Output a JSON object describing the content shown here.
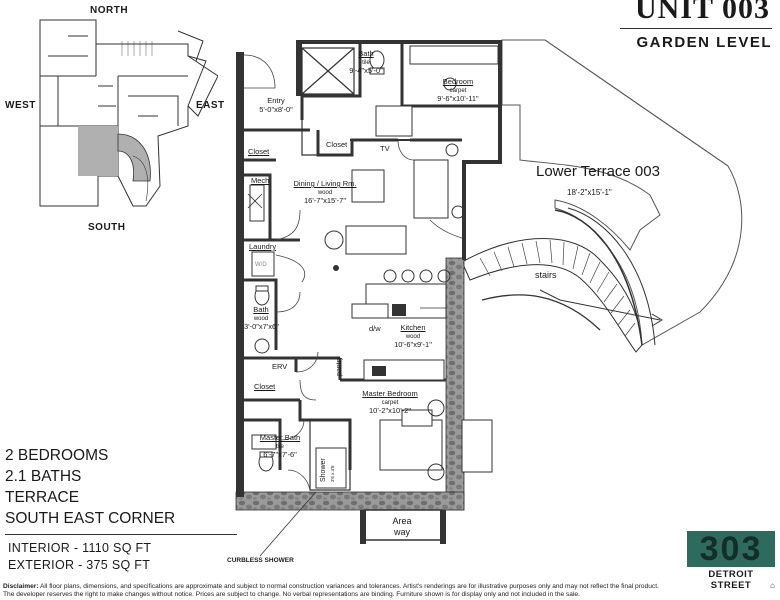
{
  "header": {
    "unit_title": "UNIT 003",
    "level": "GARDEN LEVEL"
  },
  "key_plan": {
    "north": "NORTH",
    "south": "SOUTH",
    "east": "EAST",
    "west": "WEST"
  },
  "rooms": {
    "entry": {
      "name": "Entry",
      "dims": "5'-0\"x8'-0\""
    },
    "bath_top": {
      "name": "Bath",
      "finish": "tile",
      "dims": "9'-4\"x5'-0\""
    },
    "bedroom": {
      "name": "Bedroom",
      "finish": "carpet",
      "dims": "9'-6\"x10'-11\""
    },
    "closet_top": {
      "name": "Closet"
    },
    "tv": {
      "name": "TV"
    },
    "closet_left": {
      "name": "Closet"
    },
    "mech": {
      "name": "Mech"
    },
    "dining": {
      "name": "Dining / Living Rm.",
      "finish": "wood",
      "dims": "16'-7\"x15'-7\""
    },
    "laundry": {
      "name": "Laundry"
    },
    "wd": {
      "name": "W/D"
    },
    "half_bath": {
      "name": "Bath",
      "finish": "wood",
      "dims": "3'-0\"x7'x6\""
    },
    "dw": {
      "name": "d/w"
    },
    "kitchen": {
      "name": "Kitchen",
      "finish": "wood",
      "dims": "10'-6\"x9'-1\""
    },
    "erv": {
      "name": "ERV"
    },
    "pantry": {
      "name": "pantry"
    },
    "closet_master": {
      "name": "Closet"
    },
    "master_bedroom": {
      "name": "Master Bedroom",
      "finish": "carpet",
      "dims": "10'-2\"x10'-2\""
    },
    "master_bath": {
      "name": "Master Bath",
      "finish": "tile",
      "dims": "6'-7\"x7'-6\""
    },
    "shower": {
      "name": "Shower",
      "dims": "3'6 x 4'8"
    },
    "areaway": {
      "name": "Area",
      "name2": "way"
    },
    "curbless": {
      "name": "CURBLESS SHOWER"
    },
    "terrace": {
      "name": "Lower Terrace 003",
      "dims": "18'-2\"x15'-1\""
    },
    "stairs": {
      "name": "stairs"
    }
  },
  "features": {
    "items": [
      "2 BEDROOMS",
      "2.1 BATHS",
      "TERRACE",
      "SOUTH EAST CORNER"
    ]
  },
  "area": {
    "interior": "INTERIOR - 1110 SQ FT",
    "exterior": "EXTERIOR - 375 SQ FT"
  },
  "logo": {
    "number": "303",
    "street": "DETROIT STREET"
  },
  "disclaimer": {
    "label": "Disclaimer:",
    "text": "All floor plans, dimensions, and specifications are approximate and subject to normal construction variances and tolerances. Artist's renderings are for illustrative purposes only and may not reflect the final product. The developer reserves the right to make changes without notice. Prices are subject to change. No verbal representations are binding. Furniture shown is for display only and not included in the sale."
  },
  "colors": {
    "accent_green": "#2e6a5e",
    "stone": "#8a8a8a",
    "wall": "#333333"
  }
}
